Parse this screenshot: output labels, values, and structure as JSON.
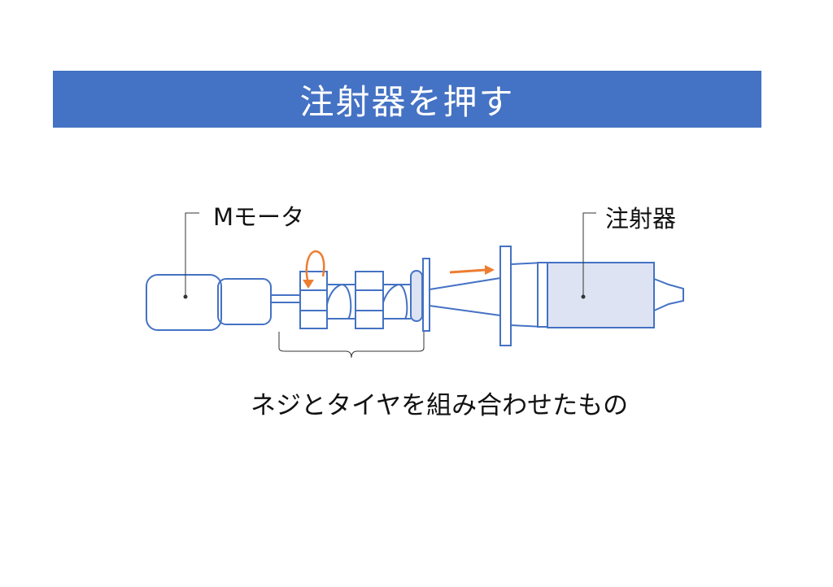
{
  "slide": {
    "title": "注射器を押す"
  },
  "labels": {
    "motor": "Mモータ",
    "syringe": "注射器",
    "mechanism": "ネジとタイヤを組み合わせたもの"
  },
  "colors": {
    "title_bar": "#4472c4",
    "outline": "#4472c4",
    "syringe_fill": "#dde3f3",
    "arrow": "#ed7d31",
    "callout": "#333333"
  }
}
